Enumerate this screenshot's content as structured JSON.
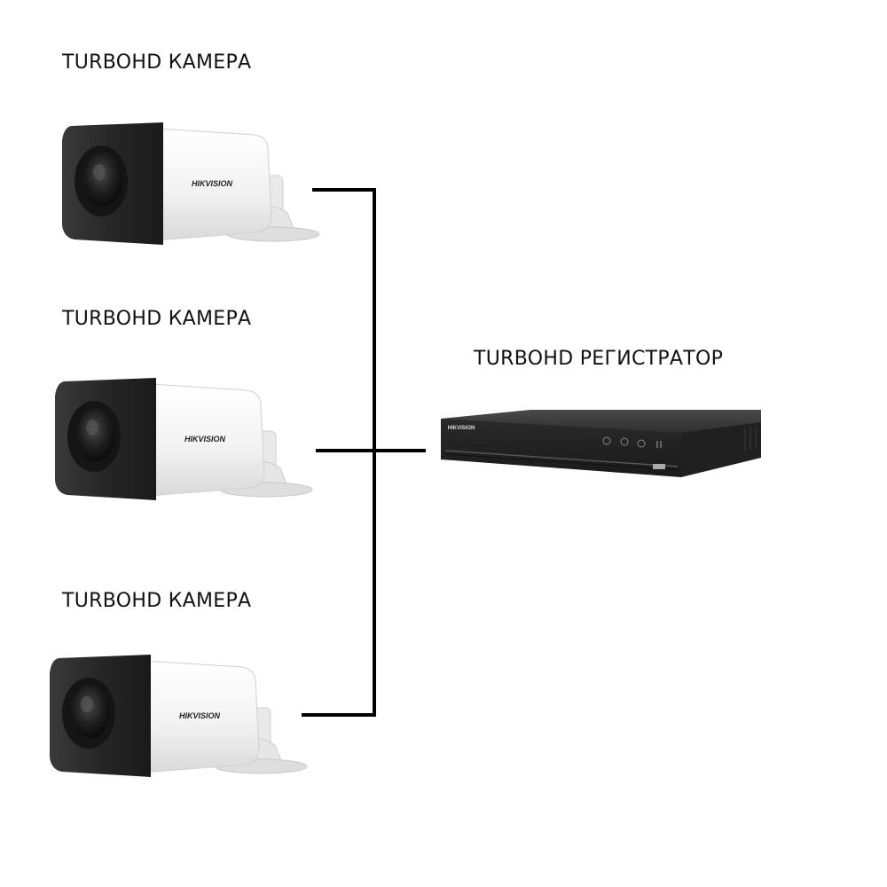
{
  "diagram": {
    "cameras": [
      {
        "label": "TURBOHD КАМЕРА",
        "brand": "HIKVISION"
      },
      {
        "label": "TURBOHD КАМЕРА",
        "brand": "HIKVISION"
      },
      {
        "label": "TURBOHD КАМЕРА",
        "brand": "HIKVISION"
      }
    ],
    "recorder": {
      "label": "TURBOHD РЕГИСТРАТОР",
      "brand": "HIKVISION"
    },
    "colors": {
      "wire": "#000000",
      "camera_body": "#f2f2f2",
      "camera_front": "#2a2a2a",
      "recorder_body": "#2b2b2b"
    }
  }
}
